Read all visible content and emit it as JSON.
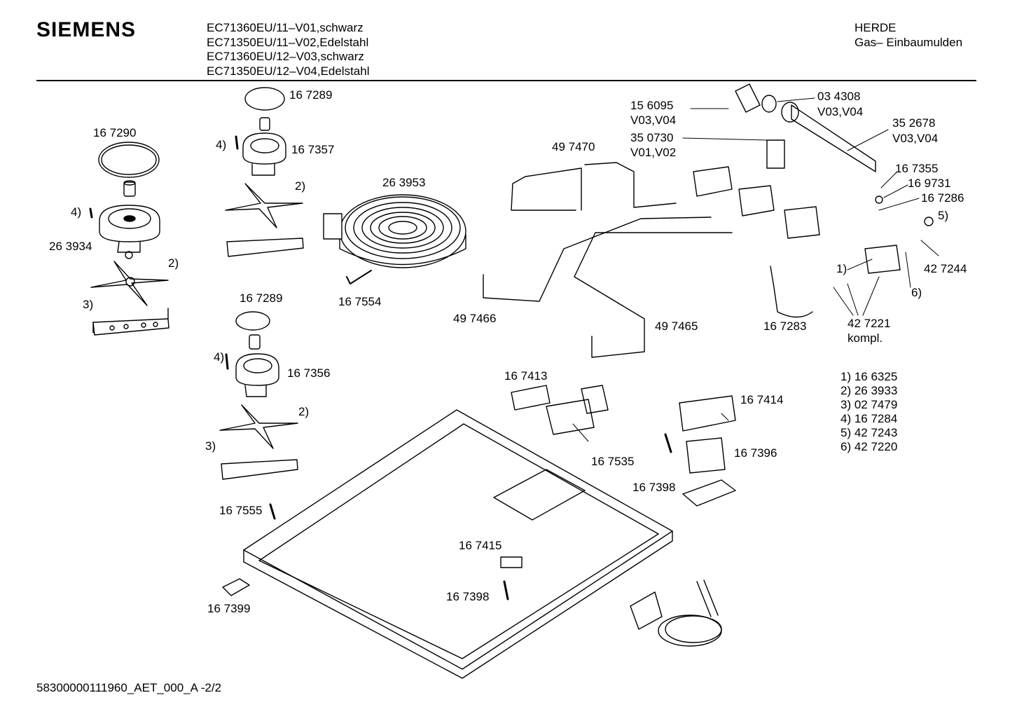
{
  "header": {
    "brand": "SIEMENS",
    "models": [
      "EC71360EU/11–V01,schwarz",
      "EC71350EU/11–V02,Edelstahl",
      "EC71360EU/12–V03,schwarz",
      "EC71350EU/12–V04,Edelstahl"
    ],
    "category": [
      "HERDE",
      "Gas– Einbaumulden"
    ]
  },
  "parts": {
    "p167289a": "16 7289",
    "p167357": "16 7357",
    "p4a": "4)",
    "p2a": "2)",
    "p167290": "16 7290",
    "p4b": "4)",
    "p263934": "26 3934",
    "p2b": "2)",
    "p3b": "3)",
    "p263953": "26 3953",
    "p167554": "16 7554",
    "p497470": "49 7470",
    "p497466": "49 7466",
    "p497465": "49 7465",
    "p156095": "15 6095",
    "v0304a": "V03,V04",
    "p350730": "35 0730",
    "v0102": "V01,V02",
    "p034308": "03 4308",
    "v0304b": "V03,V04",
    "p352678": "35 2678",
    "v0304c": "V03,V04",
    "p167355": "16 7355",
    "p169731": "16 9731",
    "p167286": "16 7286",
    "p5": "5)",
    "p427244": "42 7244",
    "p1": "1)",
    "p6": "6)",
    "p167283": "16 7283",
    "p427221": "42 7221",
    "kompl": "kompl.",
    "p167289b": "16 7289",
    "p4c": "4)",
    "p167356": "16 7356",
    "p2c": "2)",
    "p3c": "3)",
    "p167555": "16 7555",
    "p167399": "16 7399",
    "p167413": "16 7413",
    "p167535": "16 7535",
    "p167414": "16 7414",
    "p167396": "16 7396",
    "p167398a": "16 7398",
    "p167415": "16 7415",
    "p167398b": "16 7398"
  },
  "legend": [
    "1)  16 6325",
    "2)  26 3933",
    "3)  02 7479",
    "4)  16 7284",
    "5)  42 7243",
    "6)  42 7220"
  ],
  "footer": "58300000111960_AET_000_A  -2/2"
}
